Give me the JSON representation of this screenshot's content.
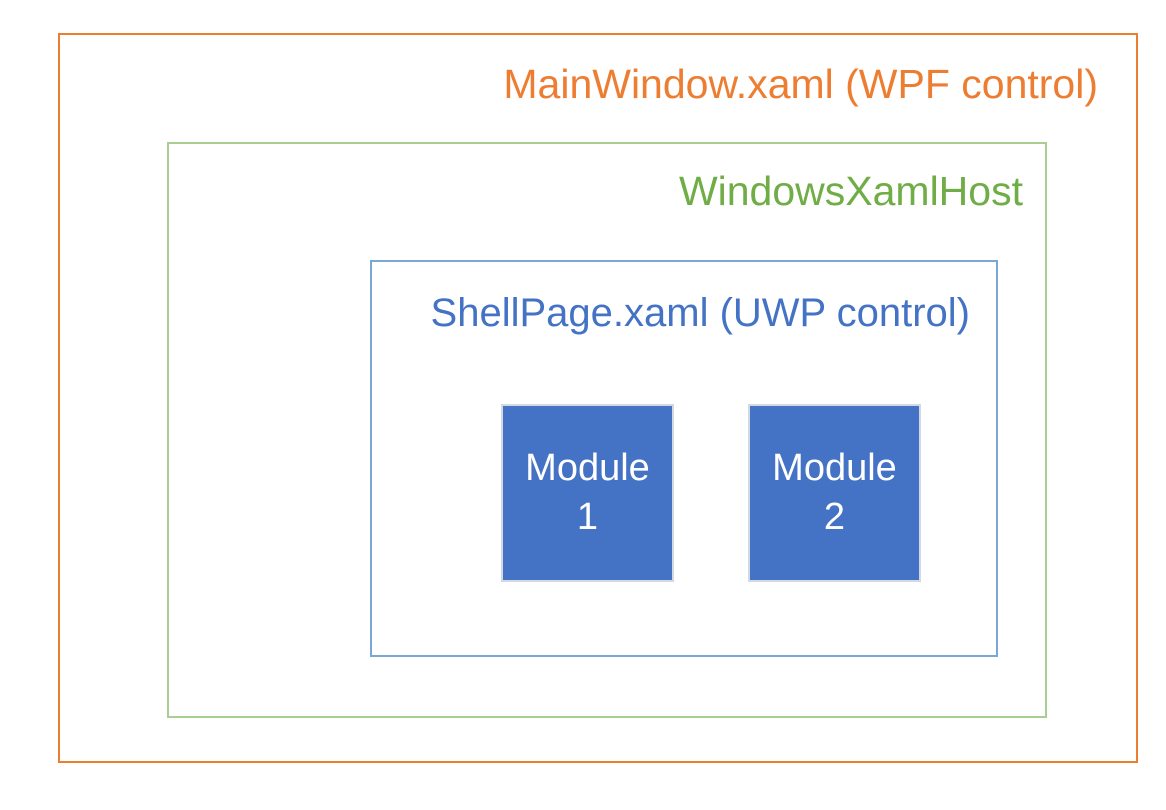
{
  "diagram": {
    "type": "nested-containment",
    "background_color": "#FFFFFF",
    "layers": [
      {
        "id": "wpf",
        "label": "MainWindow.xaml (WPF control)",
        "border_color": "#ED7D31",
        "text_color": "#ED7D31"
      },
      {
        "id": "xamlhost",
        "label": "WindowsXamlHost",
        "border_color": "#A9CE94",
        "text_color": "#70AD47"
      },
      {
        "id": "uwp",
        "label": "ShellPage.xaml (UWP control)",
        "border_color": "#7BA7D7",
        "text_color": "#4472C4"
      }
    ],
    "modules": [
      {
        "id": "module-1",
        "line1": "Module",
        "line2": "1",
        "fill_color": "#4472C4",
        "text_color": "#FFFFFF",
        "border_color": "#D3D8E3"
      },
      {
        "id": "module-2",
        "line1": "Module",
        "line2": "2",
        "fill_color": "#4472C4",
        "text_color": "#FFFFFF",
        "border_color": "#D3D8E3"
      }
    ]
  }
}
